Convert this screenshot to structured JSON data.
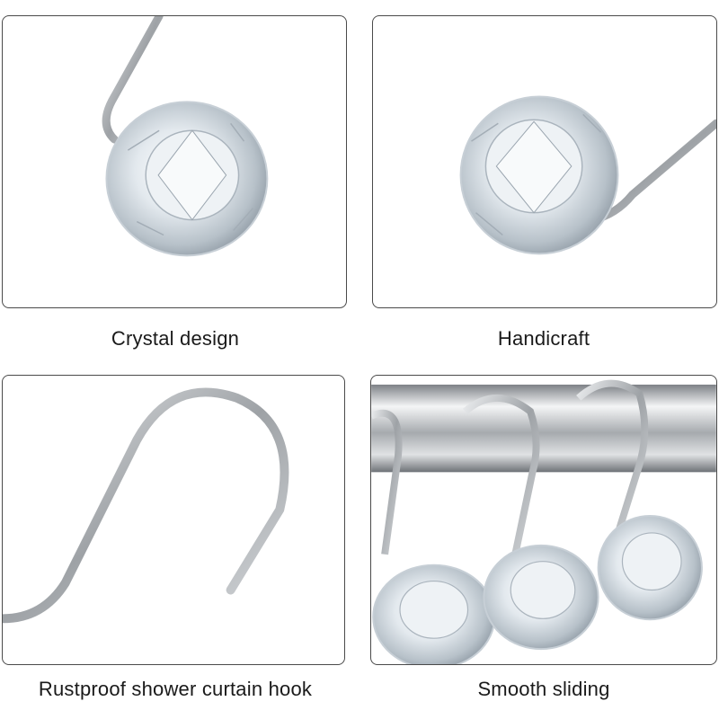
{
  "panels": [
    {
      "caption": "Crystal design",
      "subject": "crystal-hook-closeup-left"
    },
    {
      "caption": "Handicraft",
      "subject": "crystal-hook-closeup-right"
    },
    {
      "caption": "Rustproof shower curtain hook",
      "subject": "bare-s-hook"
    },
    {
      "caption": "Smooth sliding",
      "subject": "hooks-on-rod"
    }
  ],
  "colors": {
    "border": "#4a4a4a",
    "metal": "#b9bcc0",
    "crystal": "#dfe6ec",
    "text": "#1a1a1a"
  }
}
